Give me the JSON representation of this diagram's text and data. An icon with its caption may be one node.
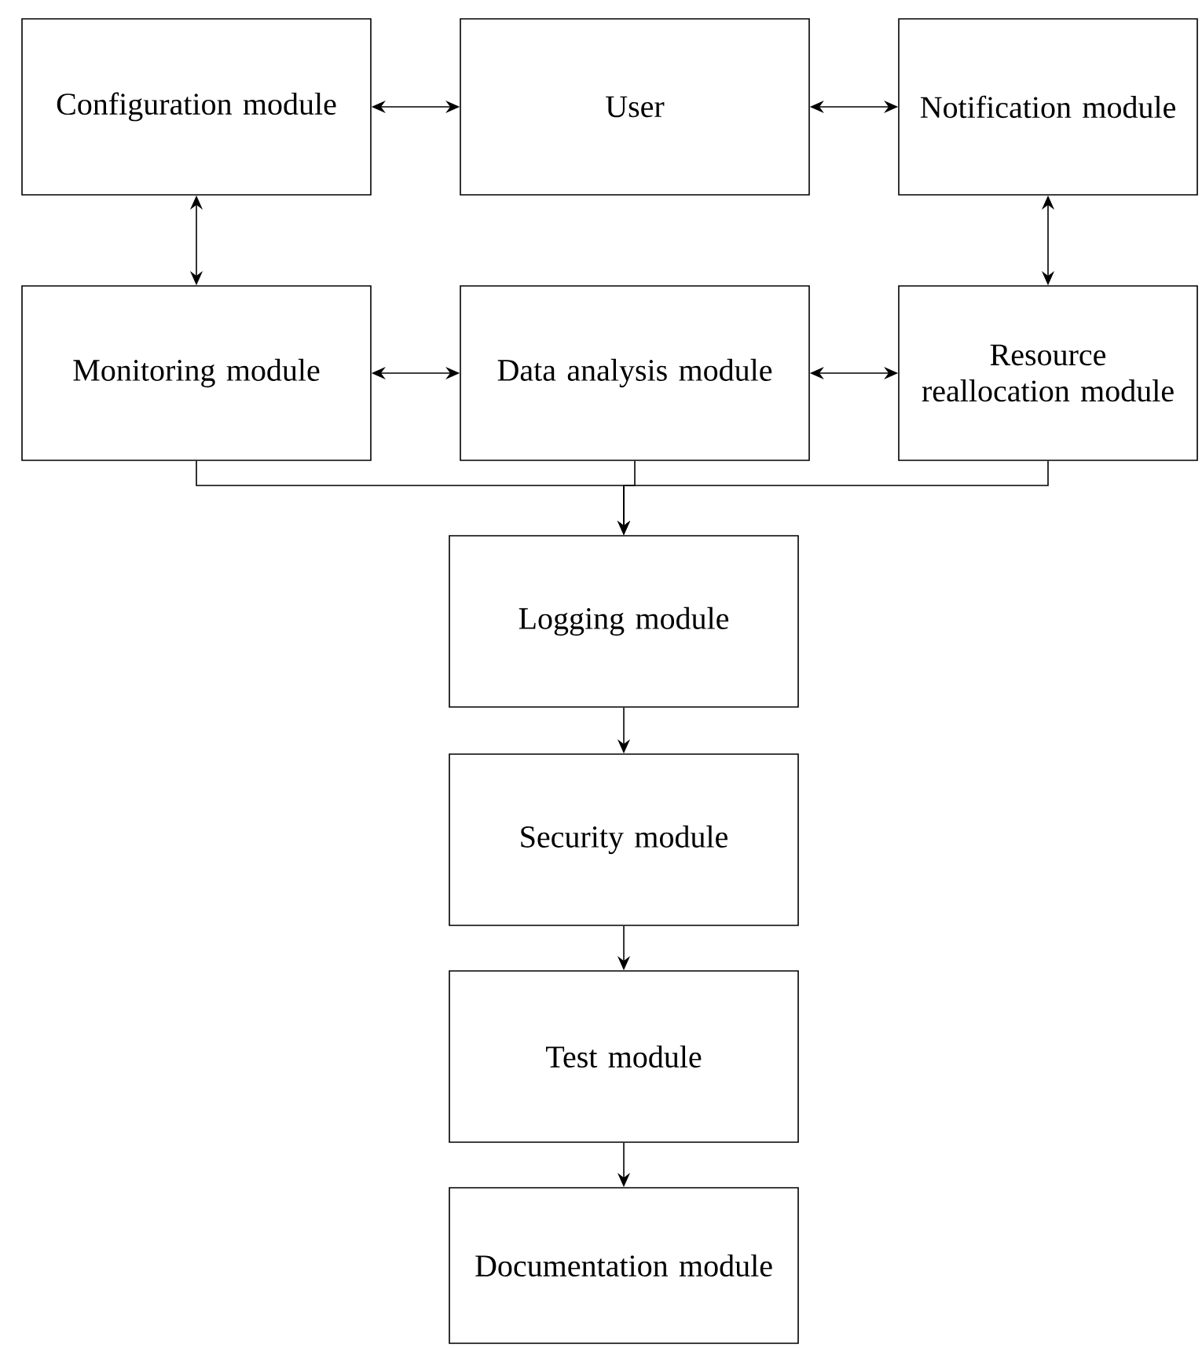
{
  "diagram": {
    "nodes": [
      {
        "text": [
          "Configuration module"
        ]
      },
      {
        "text": [
          "User"
        ]
      },
      {
        "text": [
          "Notification module"
        ]
      },
      {
        "text": [
          "Monitoring module"
        ]
      },
      {
        "text": [
          "Data analysis module"
        ]
      },
      {
        "text": [
          "Resource reallocation module"
        ]
      },
      {
        "text": [
          "Logging module"
        ]
      },
      {
        "text": [
          "Security module"
        ]
      },
      {
        "text": [
          "Test module"
        ]
      },
      {
        "text": [
          "Documentation module"
        ]
      }
    ],
    "edges": [
      {
        "from": 0,
        "to": 1,
        "arrow": "both"
      },
      {
        "from": 1,
        "to": 2,
        "arrow": "both"
      },
      {
        "from": 0,
        "to": 3,
        "arrow": "both"
      },
      {
        "from": 2,
        "to": 5,
        "arrow": "both"
      },
      {
        "from": 3,
        "to": 4,
        "arrow": "both"
      },
      {
        "from": 4,
        "to": 5,
        "arrow": "both"
      },
      {
        "from": 3,
        "to": 6,
        "arrow": "to"
      },
      {
        "from": 4,
        "to": 6,
        "arrow": "to"
      },
      {
        "from": 5,
        "to": 6,
        "arrow": "to"
      },
      {
        "from": 6,
        "to": 7,
        "arrow": "to"
      },
      {
        "from": 7,
        "to": 8,
        "arrow": "to"
      },
      {
        "from": 8,
        "to": 9,
        "arrow": "to"
      }
    ]
  }
}
